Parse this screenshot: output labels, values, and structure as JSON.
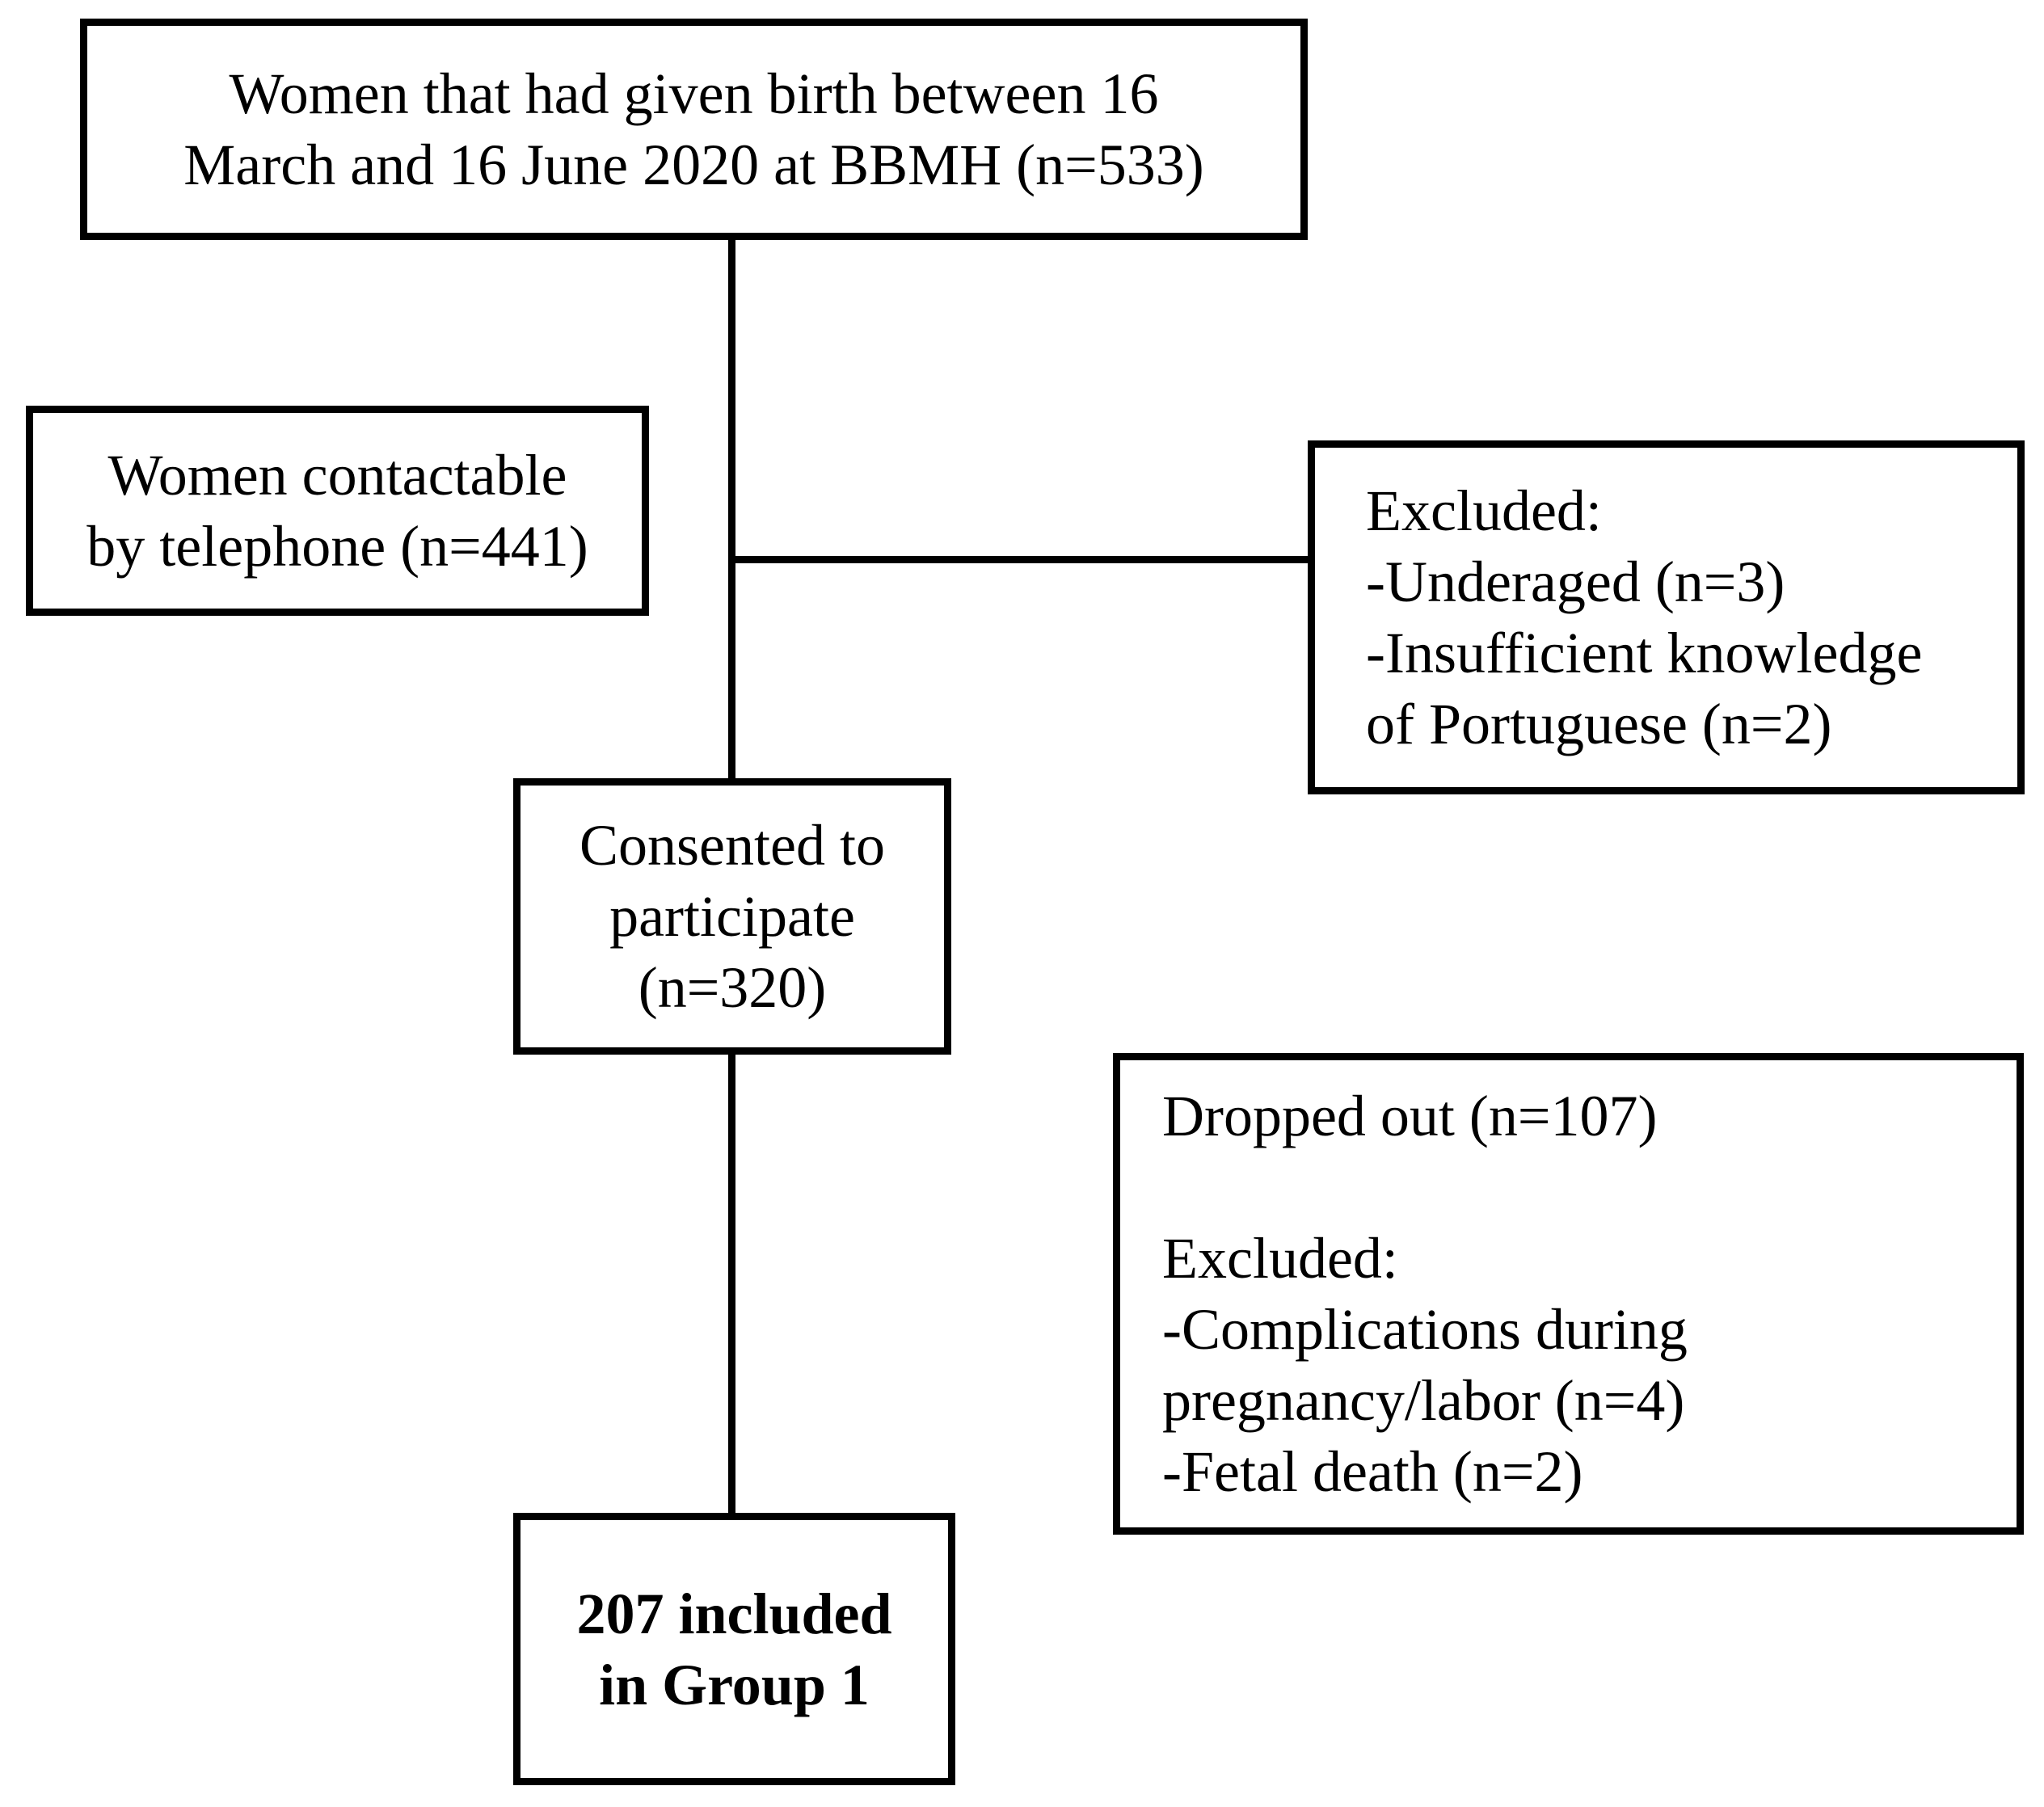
{
  "diagram": {
    "type": "flowchart",
    "colors": {
      "background": "#ffffff",
      "box_border": "#000000",
      "text": "#000000",
      "connector_line": "#000000"
    },
    "boxes": {
      "source": {
        "lines": [
          "Women that had given birth between 16",
          "March and 16 June 2020 at BBMH (n=533)"
        ]
      },
      "contactable": {
        "lines": [
          "Women contactable",
          "by telephone (n=441)"
        ]
      },
      "excluded_initial": {
        "lines": [
          "Excluded:",
          "-Underaged (n=3)",
          "-Insufficient knowledge",
          "of Portuguese (n=2)"
        ]
      },
      "consented": {
        "lines": [
          "Consented to",
          "participate",
          "(n=320)"
        ]
      },
      "dropped": {
        "lines": [
          "Dropped out (n=107)",
          "",
          "Excluded:",
          "-Complications during",
          "pregnancy/labor (n=4)",
          "-Fetal death (n=2)"
        ]
      },
      "group1": {
        "lines": [
          "207 included",
          "in Group 1"
        ]
      }
    }
  }
}
